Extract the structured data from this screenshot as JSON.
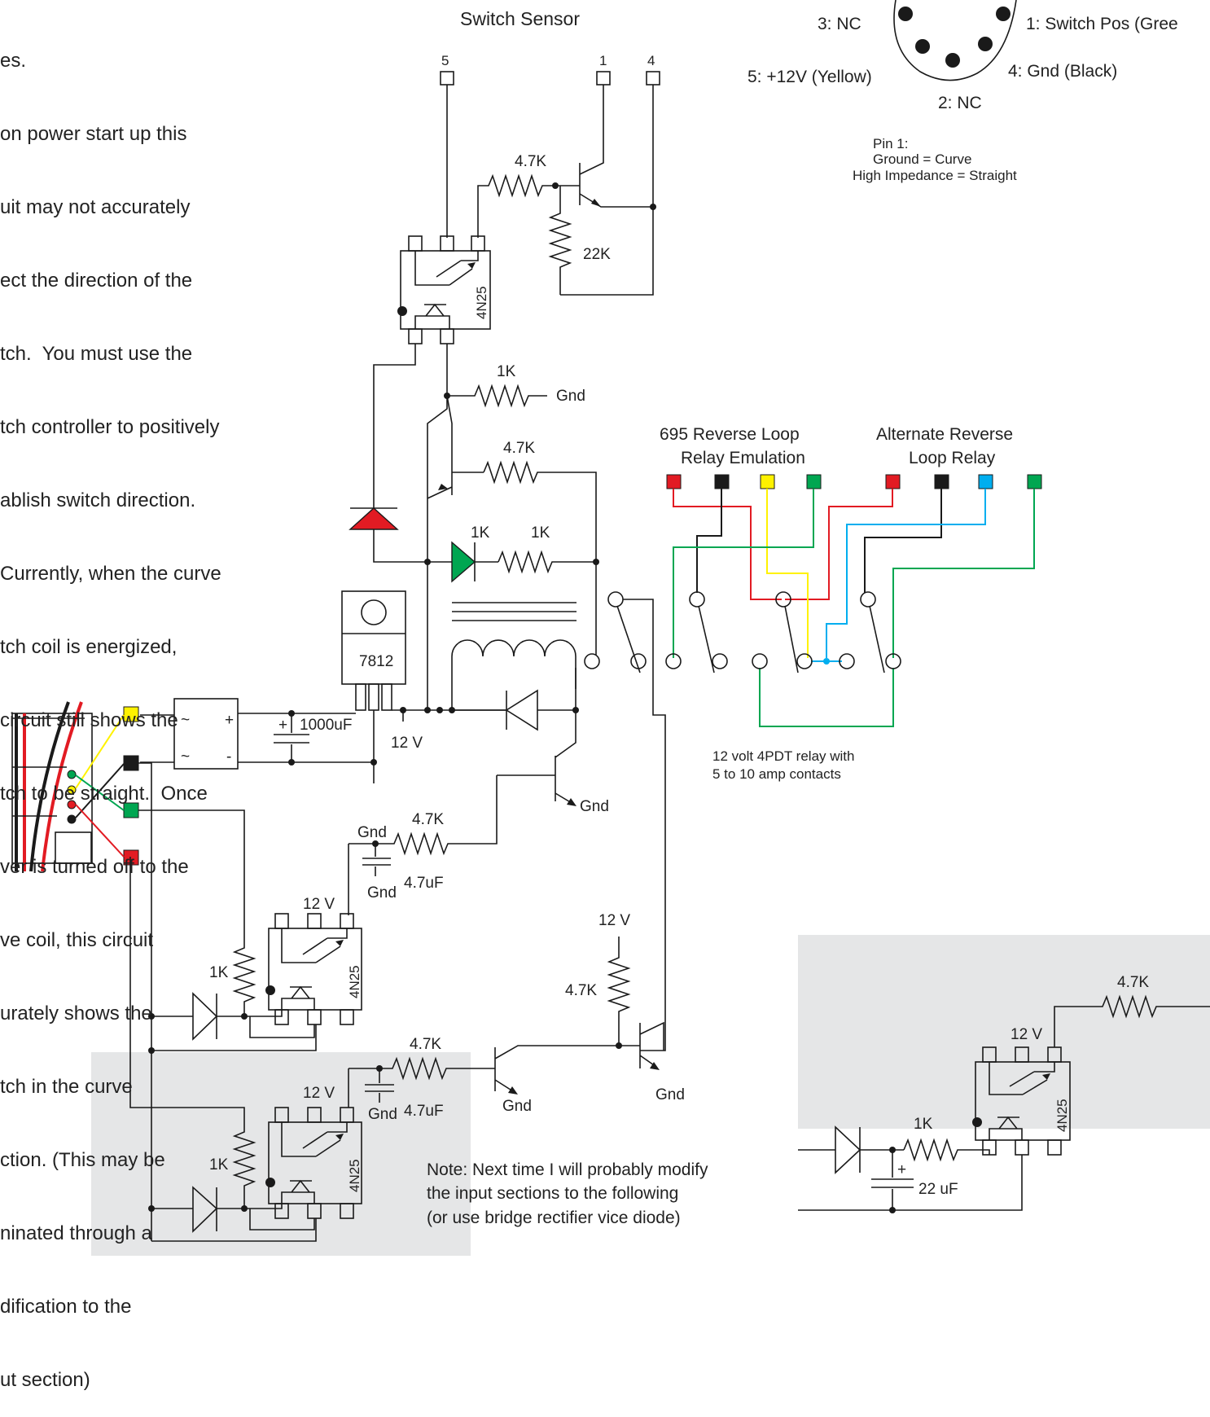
{
  "notes": {
    "lines": [
      "es.",
      "on power start up this",
      "uit may not accurately",
      "ect the direction of the",
      "tch.  You must use the",
      "tch controller to positively",
      "ablish switch direction.",
      "Currently, when the curve",
      "tch coil is energized,",
      "circuit still shows the",
      "tch to be straight.  Once",
      "ver is turned off to the",
      "ve coil, this circuit",
      "urately shows the",
      "tch in the curve",
      "ction. (This may be",
      "ninated through a",
      "dification to the",
      "ut section)"
    ]
  },
  "switch_sensor": {
    "title": "Switch Sensor",
    "pins": [
      "5",
      "1",
      "4"
    ],
    "r_top": "4.7K",
    "r_pull": "22K",
    "opto": "4N25",
    "r_base_gnd": "1K",
    "gnd": "Gnd",
    "r_base": "4.7K",
    "led_label": "1K",
    "led_r": "1K"
  },
  "connector": {
    "pin3": "3: NC",
    "pin1": "1: Switch Pos (Gree",
    "pin5": "5: +12V (Yellow)",
    "pin4": "4: Gnd (Black)",
    "pin2": "2: NC",
    "note_title": "Pin 1:",
    "note_curve": "Ground =  Curve",
    "note_straight": "High Impedance = Straight"
  },
  "relay": {
    "group1_line1": "695 Reverse Loop",
    "group1_line2": "Relay Emulation",
    "group2_line1": "Alternate Reverse",
    "group2_line2": "Loop Relay",
    "caption_line1": "12 volt 4PDT relay with",
    "caption_line2": "5 to 10 amp contacts",
    "wire_colors": {
      "red": "#e21b23",
      "black": "#1a1a1a",
      "yellow": "#fff200",
      "green": "#00a651",
      "blue": "#00aeef"
    }
  },
  "power": {
    "regulator": "7812",
    "bridge_ac1": "~",
    "bridge_ac2": "~",
    "bridge_plus": "+",
    "bridge_minus": "-",
    "cap": "1000uF",
    "cap_plus": "+",
    "v12": "12 V"
  },
  "inputs": {
    "gnd_1": "Gnd",
    "gnd_2": "Gnd",
    "gnd_3": "Gnd",
    "r_47k_1": "4.7K",
    "cap_1": "4.7uF",
    "v12_1": "12 V",
    "opto_1": "4N25",
    "r_1k_1": "1K",
    "r_47k_2": "4.7K",
    "cap_2": "4.7uF",
    "v12_2": "12 V",
    "opto_2": "4N25",
    "r_1k_2": "1K",
    "gnd_4": "Gnd",
    "gnd_5": "Gnd",
    "v12_3": "12 V",
    "r_47k_3": "4.7K",
    "gnd_q": "Gnd"
  },
  "proposal": {
    "note_line1": "Note: Next time I will  probably modify",
    "note_line2": "the input sections to the following",
    "note_line3": "(or use bridge rectifier vice diode)",
    "r_top": "4.7K",
    "v12": "12 V",
    "opto": "4N25",
    "r_1k": "1K",
    "cap": "22 uF",
    "cap_plus": "+"
  }
}
